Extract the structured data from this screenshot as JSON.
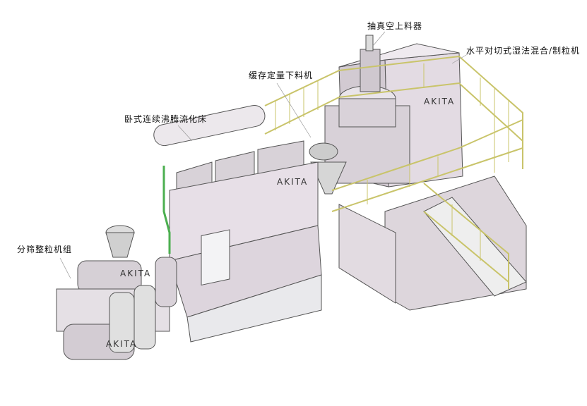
{
  "labels": {
    "vacuum_loader": "抽真空上料器",
    "wet_granulator": "水平对切式湿法混合/制粒机",
    "buffer_feeder": "缓存定量下料机",
    "fluid_bed": "卧式连续沸腾流化床",
    "sieve_unit": "分筛整粒机组"
  },
  "brand": "AKITA",
  "colors": {
    "railing": "#c9c46a",
    "body": "#e4dde3",
    "outline": "#555555",
    "pipe_green": "#4caf50"
  }
}
